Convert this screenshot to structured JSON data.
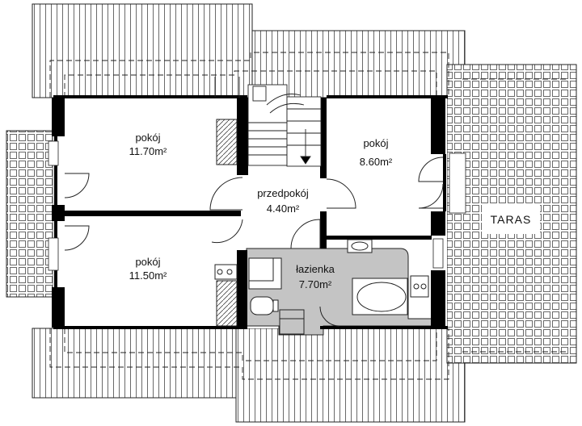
{
  "plan": {
    "rooms": [
      {
        "id": "pokoj-1",
        "name": "pokój",
        "area": "11.70m²"
      },
      {
        "id": "pokoj-2",
        "name": "pokój",
        "area": "11.50m²"
      },
      {
        "id": "pokoj-3",
        "name": "pokój",
        "area": "8.60m²"
      },
      {
        "id": "przedpokoj",
        "name": "przedpokój",
        "area": "4.40m²"
      },
      {
        "id": "lazienka",
        "name": "łazienka",
        "area": "7.70m²"
      }
    ],
    "terrace": {
      "name": "TARAS"
    },
    "colors": {
      "wall": "#000000",
      "bathroom": "#c4c4c4",
      "roof": "#ffffff",
      "line": "#222222"
    }
  }
}
